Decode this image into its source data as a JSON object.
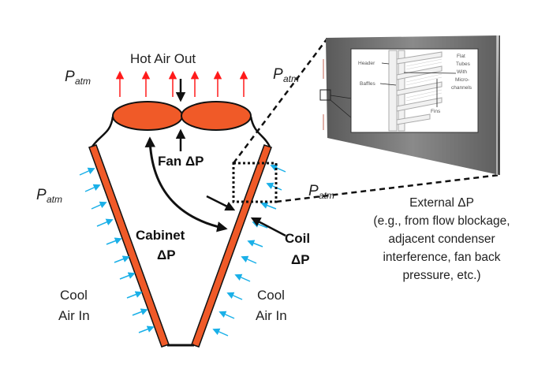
{
  "diagram": {
    "title": "Air-cooled condenser pressure drop schematic",
    "labels": {
      "hot_air_out": "Hot Air Out",
      "patm_symbol": "P",
      "patm_subscript": "atm",
      "fan_dp": "Fan ΔP",
      "cabinet": "Cabinet",
      "cabinet_dp": "ΔP",
      "coil": "Coil",
      "coil_dp": "ΔP",
      "cool_air_line1": "Cool",
      "cool_air_line2": "Air In",
      "external_dp": {
        "line1": "External ΔP",
        "line2": "(e.g., from flow blockage,",
        "line3": "adjacent condenser",
        "line4": "interference, fan back",
        "line5": "pressure, etc.)"
      }
    },
    "inset": {
      "labels": {
        "header": "Header",
        "baffles": "Baffles",
        "flat_line1": "Flat",
        "flat_line2": "Tubes",
        "flat_line3": "With",
        "flat_line4": "Micro-",
        "flat_line5": "channels",
        "fins": "Fins"
      }
    },
    "colors": {
      "coil": "#f05a28",
      "fan": "#f05a28",
      "hot_air_arrow": "#ff1a1a",
      "cool_air_arrow": "#1ab0e8",
      "outline": "#111111",
      "panel": "#6b6b6b"
    }
  }
}
